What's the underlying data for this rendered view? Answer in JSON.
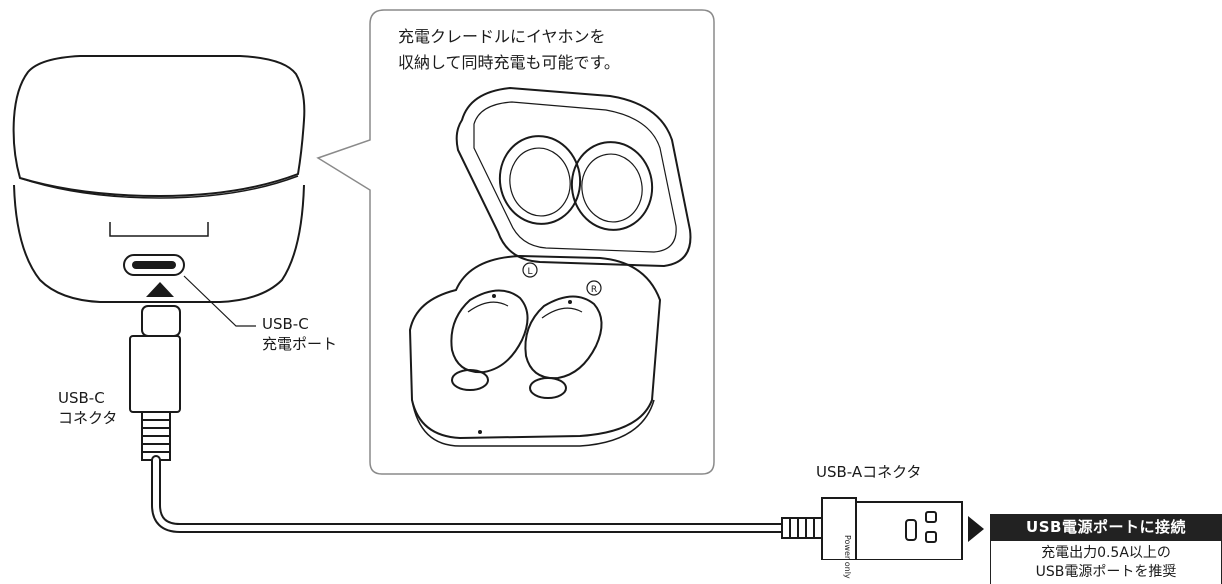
{
  "callout": {
    "line1": "充電クレードルにイヤホンを",
    "line2": "収納して同時充電も可能です。"
  },
  "labels": {
    "usbc_port_line1": "USB-C",
    "usbc_port_line2": "充電ポート",
    "usbc_connector_line1": "USB-C",
    "usbc_connector_line2": "コネクタ",
    "usba_connector": "USB-Aコネクタ",
    "power_only": "Power only"
  },
  "recommendation": {
    "header": "USB電源ポートに接続",
    "line1": "充電出力0.5A以上の",
    "line2": "USB電源ポートを推奨"
  },
  "earbud_marks": {
    "left": "L",
    "right": "R"
  }
}
